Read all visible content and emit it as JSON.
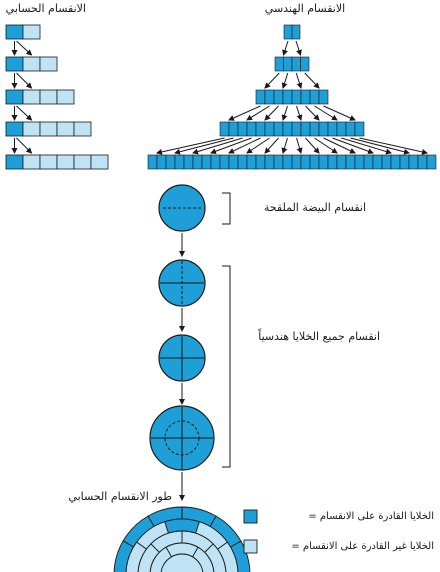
{
  "titles": {
    "arithmetic": "الانقسام الحسابي",
    "geometric": "الانقسام الهندسي"
  },
  "labels": {
    "zygote_division": "انقسام البيضة الملقحة",
    "all_cells_geometric": "انقسام جميع الخلايا هندسياً",
    "arithmetic_stage": "طور الانقسام الحسابي"
  },
  "legend": {
    "dividing": "الخلايا القادرة على الانقسام =",
    "non_dividing": "الخلايا غير القادرة على الانقسام ="
  },
  "colors": {
    "dividing": "#1e9fd8",
    "non_dividing": "#bfe3f5",
    "stroke": "#1a1a1a"
  },
  "arithmetic_rows": [
    {
      "dividing": 1,
      "non_dividing": 1
    },
    {
      "dividing": 1,
      "non_dividing": 2
    },
    {
      "dividing": 1,
      "non_dividing": 3
    },
    {
      "dividing": 1,
      "non_dividing": 4
    },
    {
      "dividing": 1,
      "non_dividing": 5
    }
  ],
  "geometric_rows": [
    2,
    4,
    8,
    16,
    32
  ]
}
